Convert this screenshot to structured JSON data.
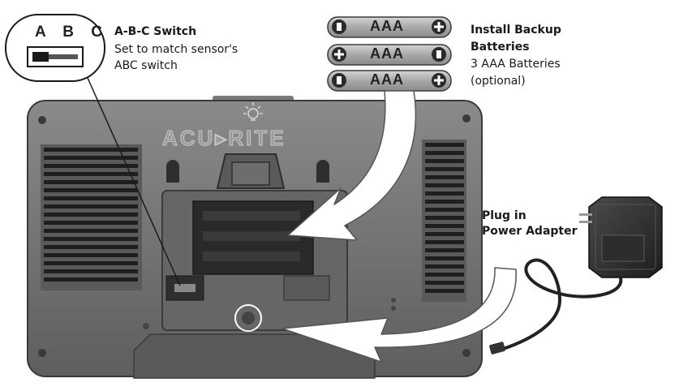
{
  "abc_callout": {
    "letters": "A B C",
    "title": "A-B-C Switch",
    "line1": "Set to match sensor's",
    "line2": "ABC switch"
  },
  "batteries": {
    "labels": [
      "AAA",
      "AAA",
      "AAA"
    ],
    "title_line1": "Install Backup",
    "title_line2": "Batteries",
    "line1": "3 AAA Batteries",
    "line2": "(optional)"
  },
  "power": {
    "title_line1": "Plug in",
    "title_line2": "Power Adapter"
  },
  "device": {
    "brand": "ACU▸RITE"
  },
  "colors": {
    "device_body": "#6f6f6f",
    "device_dark": "#4a4a4a",
    "arrow_fill": "#ffffff",
    "battery_fill": "#b5b5b5",
    "text": "#1a1a1a"
  }
}
